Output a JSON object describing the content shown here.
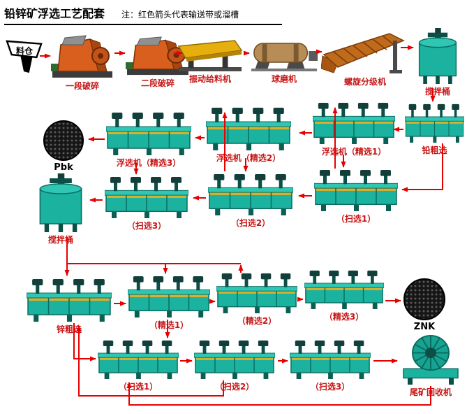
{
  "header": {
    "title": "铅锌矿浮选工艺配套",
    "note": "注：红色箭头代表输送带或溜槽"
  },
  "colors": {
    "arrow_red": "#e60000",
    "label_red": "#c71515",
    "machine_teal": "#1cb2a0",
    "crusher_orange": "#d85f1d",
    "feeder_yellow": "#e7af0e"
  },
  "nodes": {
    "hopper": {
      "label": "料仓",
      "icon": "ore-bin-icon"
    },
    "crusher1": {
      "label": "一段破碎",
      "icon": "jaw-crusher-icon"
    },
    "crusher2": {
      "label": "二段破碎",
      "icon": "jaw-crusher-icon"
    },
    "feeder": {
      "label": "振动给料机",
      "icon": "vibrating-feeder-icon"
    },
    "ballmill": {
      "label": "球磨机",
      "icon": "ball-mill-icon"
    },
    "classifier": {
      "label": "螺旋分级机",
      "icon": "spiral-classifier-icon"
    },
    "tank1": {
      "label": "搅拌桶",
      "icon": "mixing-tank-icon"
    },
    "pb_rough": {
      "label": "铅粗选",
      "icon": "flotation-machine-icon"
    },
    "pb_clean1": {
      "label": "浮选机（精选1）",
      "icon": "flotation-machine-icon"
    },
    "pb_clean2": {
      "label": "浮选机（精选2）",
      "icon": "flotation-machine-icon"
    },
    "pb_clean3": {
      "label": "浮选机（精选3）",
      "icon": "flotation-machine-icon"
    },
    "pbk": {
      "label": "Pbk",
      "icon": "concentrate-pile-icon"
    },
    "tank2": {
      "label": "搅拌桶",
      "icon": "mixing-tank-icon"
    },
    "pb_scav3": {
      "label": "（扫选3）",
      "icon": "flotation-machine-icon"
    },
    "pb_scav2": {
      "label": "（扫选2）",
      "icon": "flotation-machine-icon"
    },
    "pb_scav1": {
      "label": "（扫选1）",
      "icon": "flotation-machine-icon"
    },
    "zn_rough": {
      "label": "锌粗选",
      "icon": "flotation-machine-icon"
    },
    "zn_clean1": {
      "label": "（精选1）",
      "icon": "flotation-machine-icon"
    },
    "zn_clean2": {
      "label": "（精选2）",
      "icon": "flotation-machine-icon"
    },
    "zn_clean3": {
      "label": "（精选3）",
      "icon": "flotation-machine-icon"
    },
    "znk": {
      "label": "ZNK",
      "icon": "concentrate-pile-icon"
    },
    "zn_scav1": {
      "label": "（扫选1）",
      "icon": "flotation-machine-icon"
    },
    "zn_scav2": {
      "label": "（扫选2）",
      "icon": "flotation-machine-icon"
    },
    "zn_scav3": {
      "label": "（扫选3）",
      "icon": "flotation-machine-icon"
    },
    "recovery": {
      "label": "尾矿回收机",
      "icon": "tailings-recovery-icon"
    }
  }
}
